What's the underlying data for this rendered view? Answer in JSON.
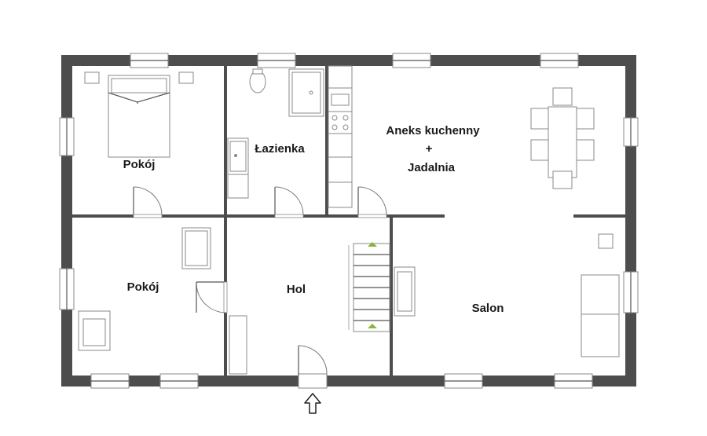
{
  "rooms": {
    "bedroom_top": "Pokój",
    "bathroom": "Łazienka",
    "kitchen_line1": "Aneks kuchenny",
    "kitchen_line2": "+",
    "kitchen_line3": "Jadalnia",
    "bedroom_bottom": "Pokój",
    "hall": "Hol",
    "living": "Salon"
  },
  "colors": {
    "wall": "#4d4d4d",
    "stair_marker": "#8db33a"
  },
  "icons": {
    "entrance": "up-arrow-icon"
  }
}
